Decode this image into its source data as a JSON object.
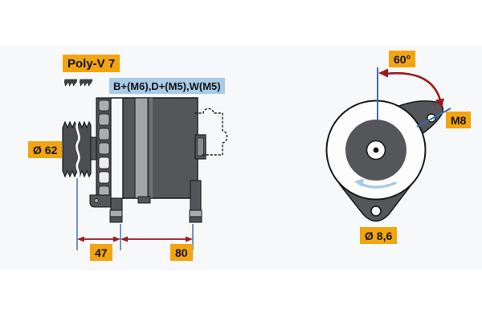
{
  "diagram": {
    "title_context": "alternator-technical-drawing",
    "labels": {
      "pulley_type": "Poly-V 7",
      "terminals": "B+(M6),D+(M5),W(M5)",
      "pulley_diameter": "Ø 62",
      "dim_front": "47",
      "dim_span": "80",
      "mount_angle": "60°",
      "thread_size": "M8",
      "mount_hole_diameter": "Ø 8,6"
    },
    "colors": {
      "label_yellow": "#f2a50f",
      "label_blue": "#a8cbe8",
      "dimension_line_blue": "#3a6bad",
      "dimension_arrow_red": "#9a1b1f",
      "rotation_arrow_blue": "#a6c9e9",
      "body_dark_gray": "#545659",
      "body_light_gray": "#a9abae",
      "background_band": "#f7f8f9"
    }
  }
}
